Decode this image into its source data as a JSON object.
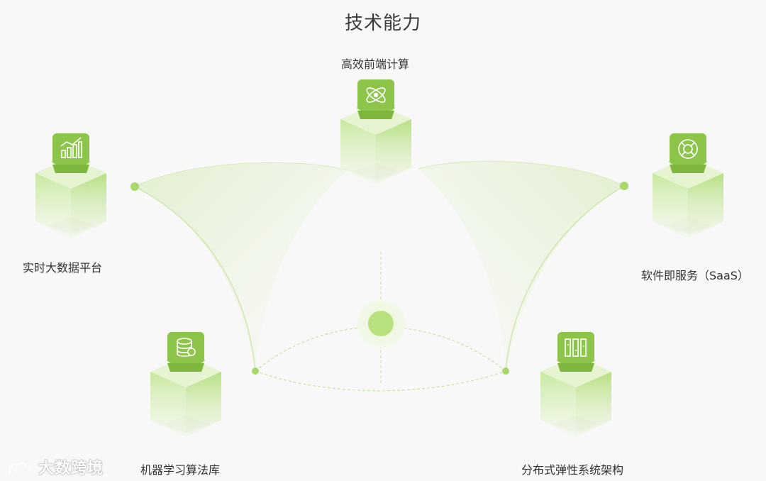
{
  "title": "技术能力",
  "nodes": [
    {
      "id": "frontend",
      "label": "高效前端计算",
      "icon": "atom-icon"
    },
    {
      "id": "bigdata",
      "label": "实时大数据平台",
      "icon": "bar-chart-icon"
    },
    {
      "id": "saas",
      "label": "软件即服务（SaaS）",
      "icon": "lifebuoy-icon"
    },
    {
      "id": "ml",
      "label": "机器学习算法库",
      "icon": "database-icon"
    },
    {
      "id": "distributed",
      "label": "分布式弹性系统架构",
      "icon": "server-cluster-icon"
    }
  ],
  "watermark": "大数跨境",
  "colors": {
    "accent": "#9fd45a",
    "accent_dark": "#86c242",
    "line": "#c8e6a0",
    "bg": "#f8f8f8"
  }
}
